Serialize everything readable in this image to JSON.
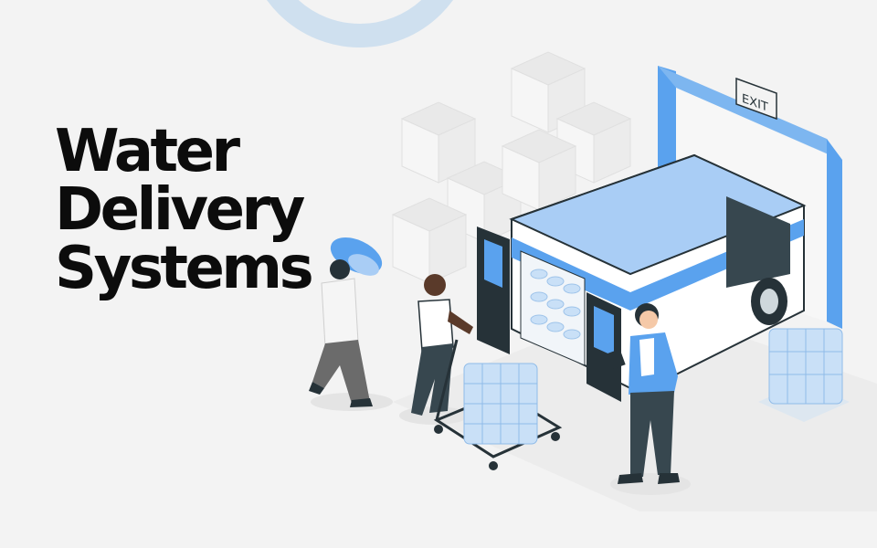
{
  "headline": {
    "line1": "Water",
    "line2": "Delivery",
    "line3": "Systems"
  },
  "illustration": {
    "exit_sign": "EXIT"
  },
  "colors": {
    "background": "#f3f3f3",
    "accent_blue": "#5aa2ee",
    "light_blue": "#a9cdf5",
    "dark": "#263238"
  }
}
